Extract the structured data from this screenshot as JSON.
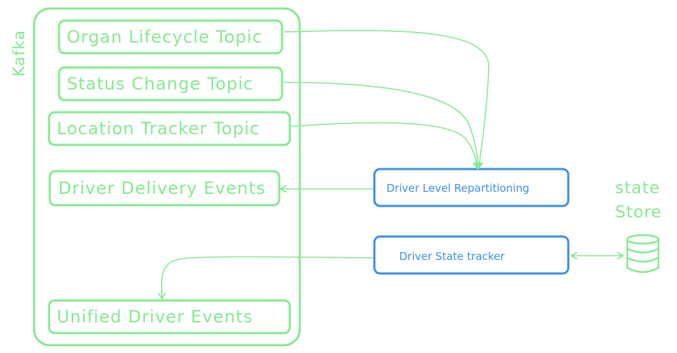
{
  "kafka": {
    "label": "Kafka",
    "topics": [
      "Organ Lifecycle Topic",
      "Status Change Topic",
      "Location Tracker Topic",
      "Driver Delivery Events",
      "Unified Driver Events"
    ]
  },
  "processors": {
    "repartitioning": "Driver Level Repartitioning",
    "state_tracker": "Driver State tracker"
  },
  "state_store": {
    "line1": "state",
    "line2": "Store"
  },
  "colors": {
    "green": "#86e991",
    "blue": "#3b8fe6"
  }
}
